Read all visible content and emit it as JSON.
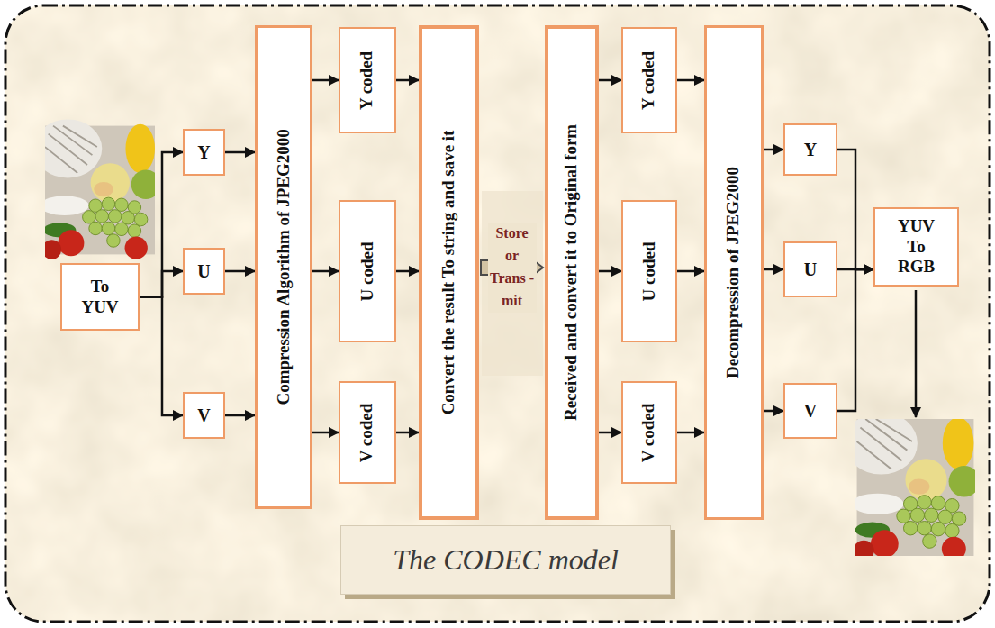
{
  "diagram": {
    "caption": "The CODEC model",
    "nodes": [
      {
        "text": [
          "To YUV"
        ]
      },
      {
        "text": [
          "Y"
        ]
      },
      {
        "text": [
          "U"
        ]
      },
      {
        "text": [
          "V"
        ]
      },
      {
        "text": [
          "Compression Algorithm of JPEG2000"
        ]
      },
      {
        "text": [
          "Y coded"
        ]
      },
      {
        "text": [
          "U coded"
        ]
      },
      {
        "text": [
          "V coded"
        ]
      },
      {
        "text": [
          "Convert the result To string and save it"
        ]
      },
      {
        "text": [
          "Received and convert it to Original form"
        ]
      },
      {
        "text": [
          "Y coded"
        ]
      },
      {
        "text": [
          "U coded"
        ]
      },
      {
        "text": [
          "V coded"
        ]
      },
      {
        "text": [
          "Decompression of JPEG2000"
        ]
      },
      {
        "text": [
          "Y"
        ]
      },
      {
        "text": [
          "U"
        ]
      },
      {
        "text": [
          "V"
        ]
      },
      {
        "text": [
          "YUV To RGB"
        ]
      }
    ],
    "edges": [
      {
        "from": 0,
        "to": 1,
        "arrow": "to"
      },
      {
        "from": 0,
        "to": 2,
        "arrow": "to"
      },
      {
        "from": 0,
        "to": 3,
        "arrow": "to"
      },
      {
        "from": 1,
        "to": 4,
        "arrow": "to"
      },
      {
        "from": 2,
        "to": 4,
        "arrow": "to"
      },
      {
        "from": 3,
        "to": 4,
        "arrow": "to"
      },
      {
        "from": 4,
        "to": 5,
        "arrow": "to"
      },
      {
        "from": 4,
        "to": 6,
        "arrow": "to"
      },
      {
        "from": 4,
        "to": 7,
        "arrow": "to"
      },
      {
        "from": 5,
        "to": 8,
        "arrow": "to"
      },
      {
        "from": 6,
        "to": 8,
        "arrow": "to"
      },
      {
        "from": 7,
        "to": 8,
        "arrow": "to"
      },
      {
        "from": 8,
        "to": 9,
        "label": "Store or Trans -mit",
        "arrow": "to"
      },
      {
        "from": 9,
        "to": 10,
        "arrow": "to"
      },
      {
        "from": 9,
        "to": 11,
        "arrow": "to"
      },
      {
        "from": 9,
        "to": 12,
        "arrow": "to"
      },
      {
        "from": 10,
        "to": 13,
        "arrow": "to"
      },
      {
        "from": 11,
        "to": 13,
        "arrow": "to"
      },
      {
        "from": 12,
        "to": 13,
        "arrow": "to"
      },
      {
        "from": 13,
        "to": 14,
        "arrow": "to"
      },
      {
        "from": 13,
        "to": 15,
        "arrow": "to"
      },
      {
        "from": 13,
        "to": 16,
        "arrow": "to"
      },
      {
        "from": 14,
        "to": 17,
        "arrow": "to"
      },
      {
        "from": 15,
        "to": 17,
        "arrow": "to"
      },
      {
        "from": 16,
        "to": 17,
        "arrow": "to"
      }
    ]
  }
}
